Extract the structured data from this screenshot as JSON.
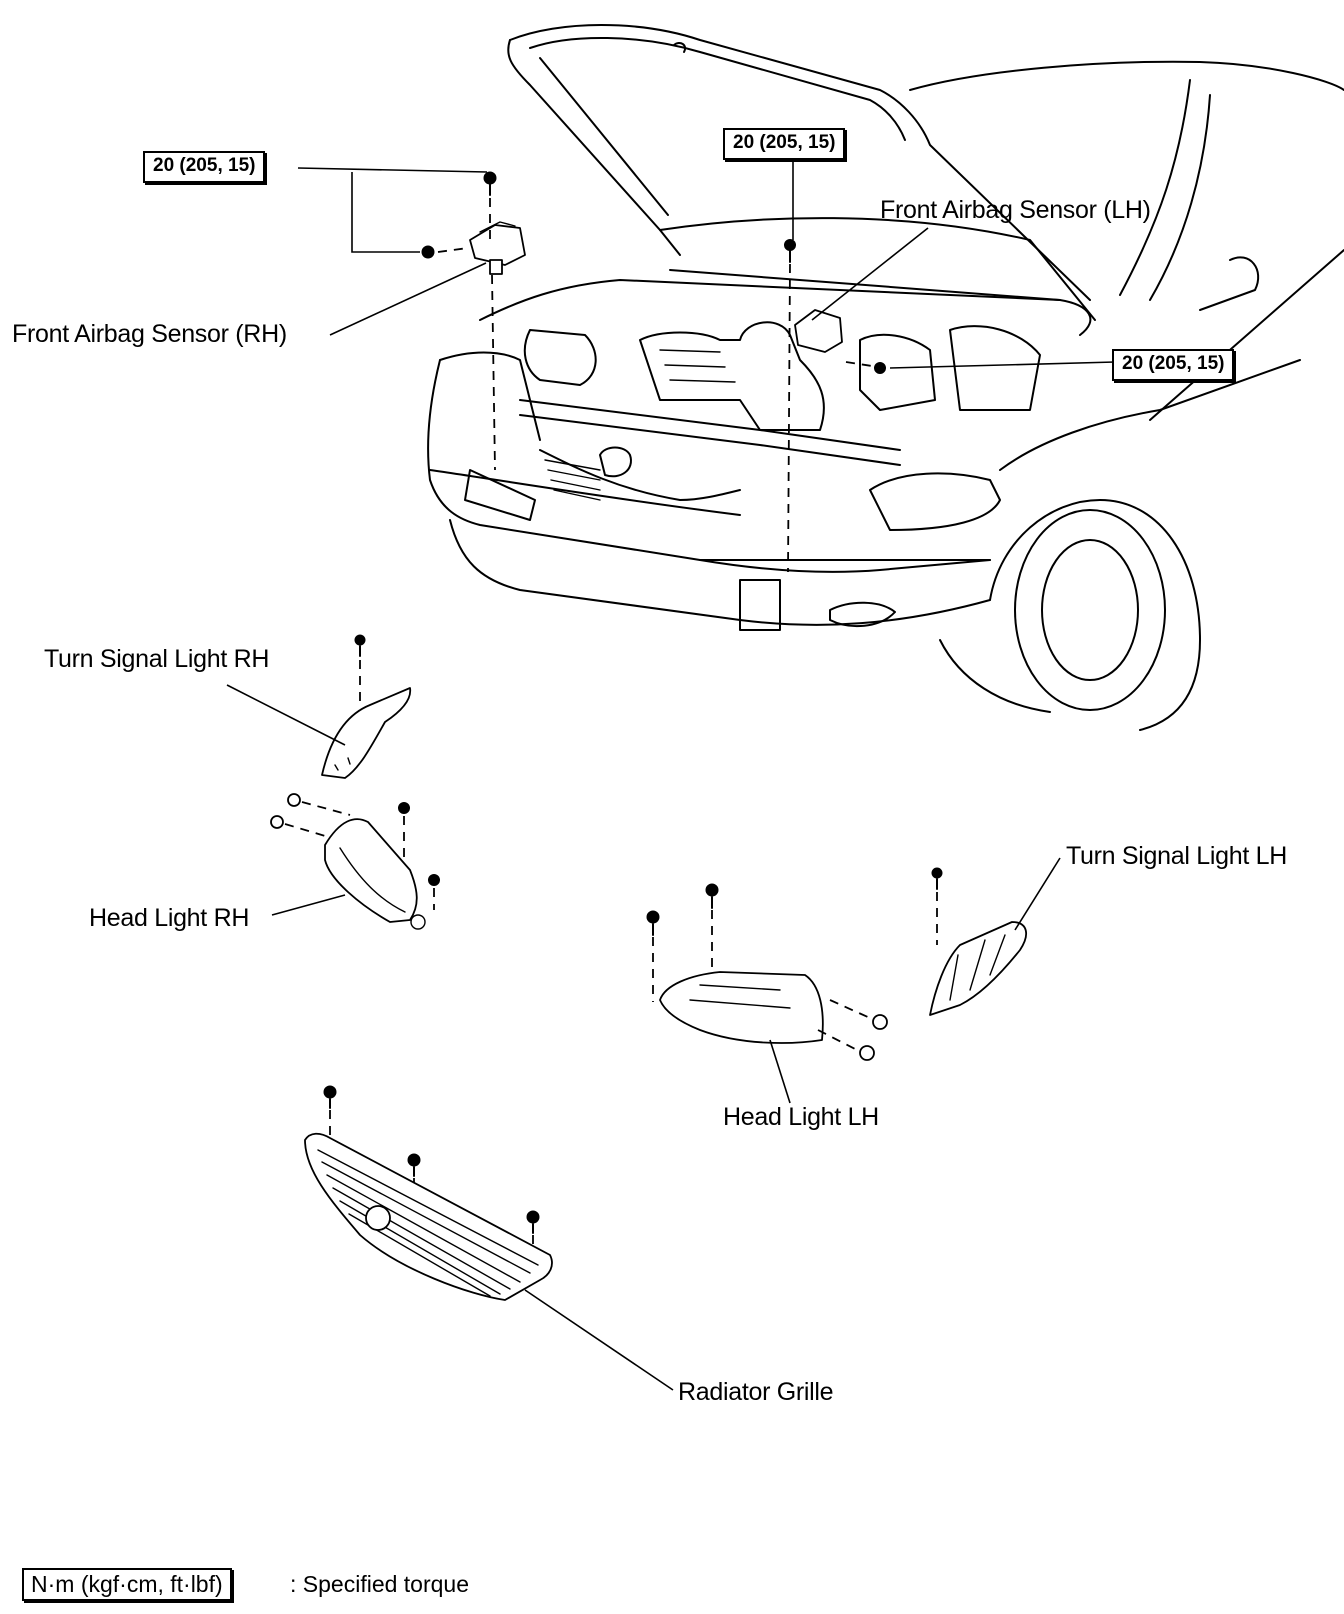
{
  "torque_specs": [
    {
      "value": "20 (205, 15)"
    },
    {
      "value": "20 (205, 15)"
    },
    {
      "value": "20 (205, 15)"
    }
  ],
  "parts": {
    "airbag_sensor_rh": "Front Airbag Sensor (RH)",
    "airbag_sensor_lh": "Front Airbag Sensor (LH)",
    "turn_signal_rh": "Turn Signal Light RH",
    "head_light_rh": "Head Light RH",
    "turn_signal_lh": "Turn Signal Light LH",
    "head_light_lh": "Head Light LH",
    "radiator_grille": "Radiator Grille"
  },
  "legend": {
    "unit": "N·m (kgf·cm, ft·lbf)",
    "description": ": Specified torque"
  }
}
